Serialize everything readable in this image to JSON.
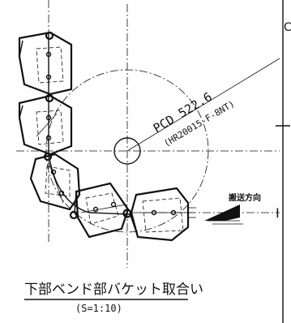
{
  "pitch_circle": {
    "label": "PCD 522.6",
    "sub_label": "(HR20015-F-8NT)"
  },
  "direction": {
    "label": "搬送方向"
  },
  "caption": {
    "title": "下部ベンド部バケット取合い",
    "scale": "(S=1:10)"
  },
  "margin_marks": {
    "top_right": "C",
    "bottom_right": "I"
  }
}
